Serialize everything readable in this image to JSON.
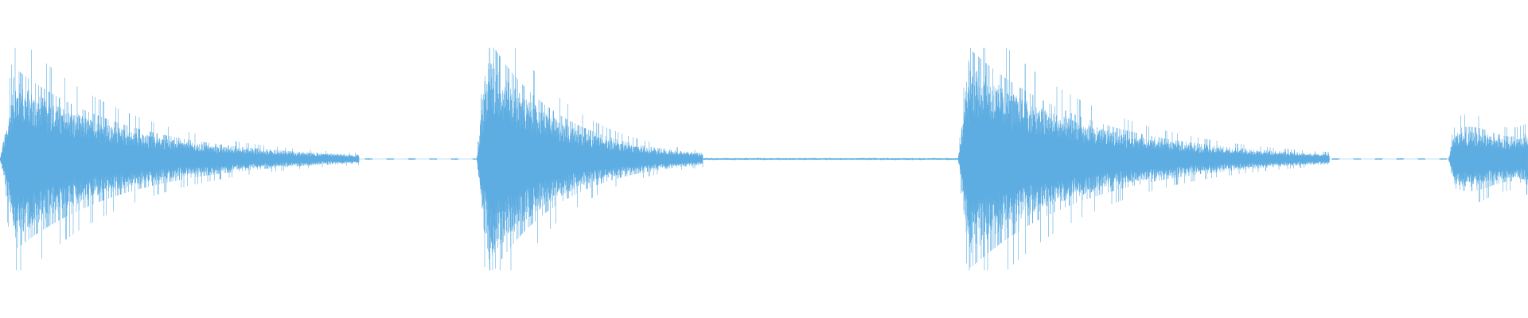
{
  "waveform": {
    "color": "#5dade2",
    "background": "#ffffff",
    "style": "audio waveform, symmetric about center line",
    "duration_fraction_visible": 1.0,
    "segments": [
      {
        "start": 0.0,
        "end": 0.235,
        "peak_amplitude": 0.62,
        "attack": 0.01,
        "decay": "exponential"
      },
      {
        "start": 0.312,
        "end": 0.46,
        "peak_amplitude": 0.82,
        "attack": 0.008,
        "decay": "exponential"
      },
      {
        "start": 0.627,
        "end": 0.87,
        "peak_amplitude": 0.75,
        "attack": 0.008,
        "decay": "exponential"
      },
      {
        "start": 0.948,
        "end": 1.0,
        "peak_amplitude": 0.22,
        "attack": 0.004,
        "decay": "sustain"
      }
    ],
    "quiet_regions": [
      {
        "start": 0.235,
        "end": 0.312,
        "level": 0.004,
        "pattern": "dashed"
      },
      {
        "start": 0.46,
        "end": 0.627,
        "level": 0.006,
        "pattern": "solid"
      },
      {
        "start": 0.87,
        "end": 0.948,
        "level": 0.004,
        "pattern": "dashed"
      }
    ]
  }
}
